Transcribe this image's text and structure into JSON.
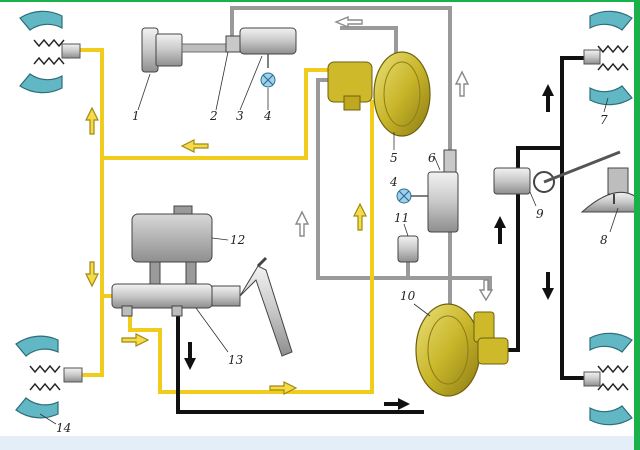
{
  "labels": {
    "l1": "1",
    "l2": "2",
    "l3": "3",
    "l4a": "4",
    "l4b": "4",
    "l5": "5",
    "l6": "6",
    "l7": "7",
    "l8": "8",
    "l9": "9",
    "l10": "10",
    "l11": "11",
    "l12": "12",
    "l13": "13",
    "l14": "14"
  },
  "colors": {
    "brake_line_front": "#f2cc1d",
    "brake_line_rear": "#111111",
    "vacuum_line": "#9a9a9a",
    "booster": "#c2b228",
    "brake_shoe": "#62b7c4",
    "component_body": "#cfcfcf"
  }
}
